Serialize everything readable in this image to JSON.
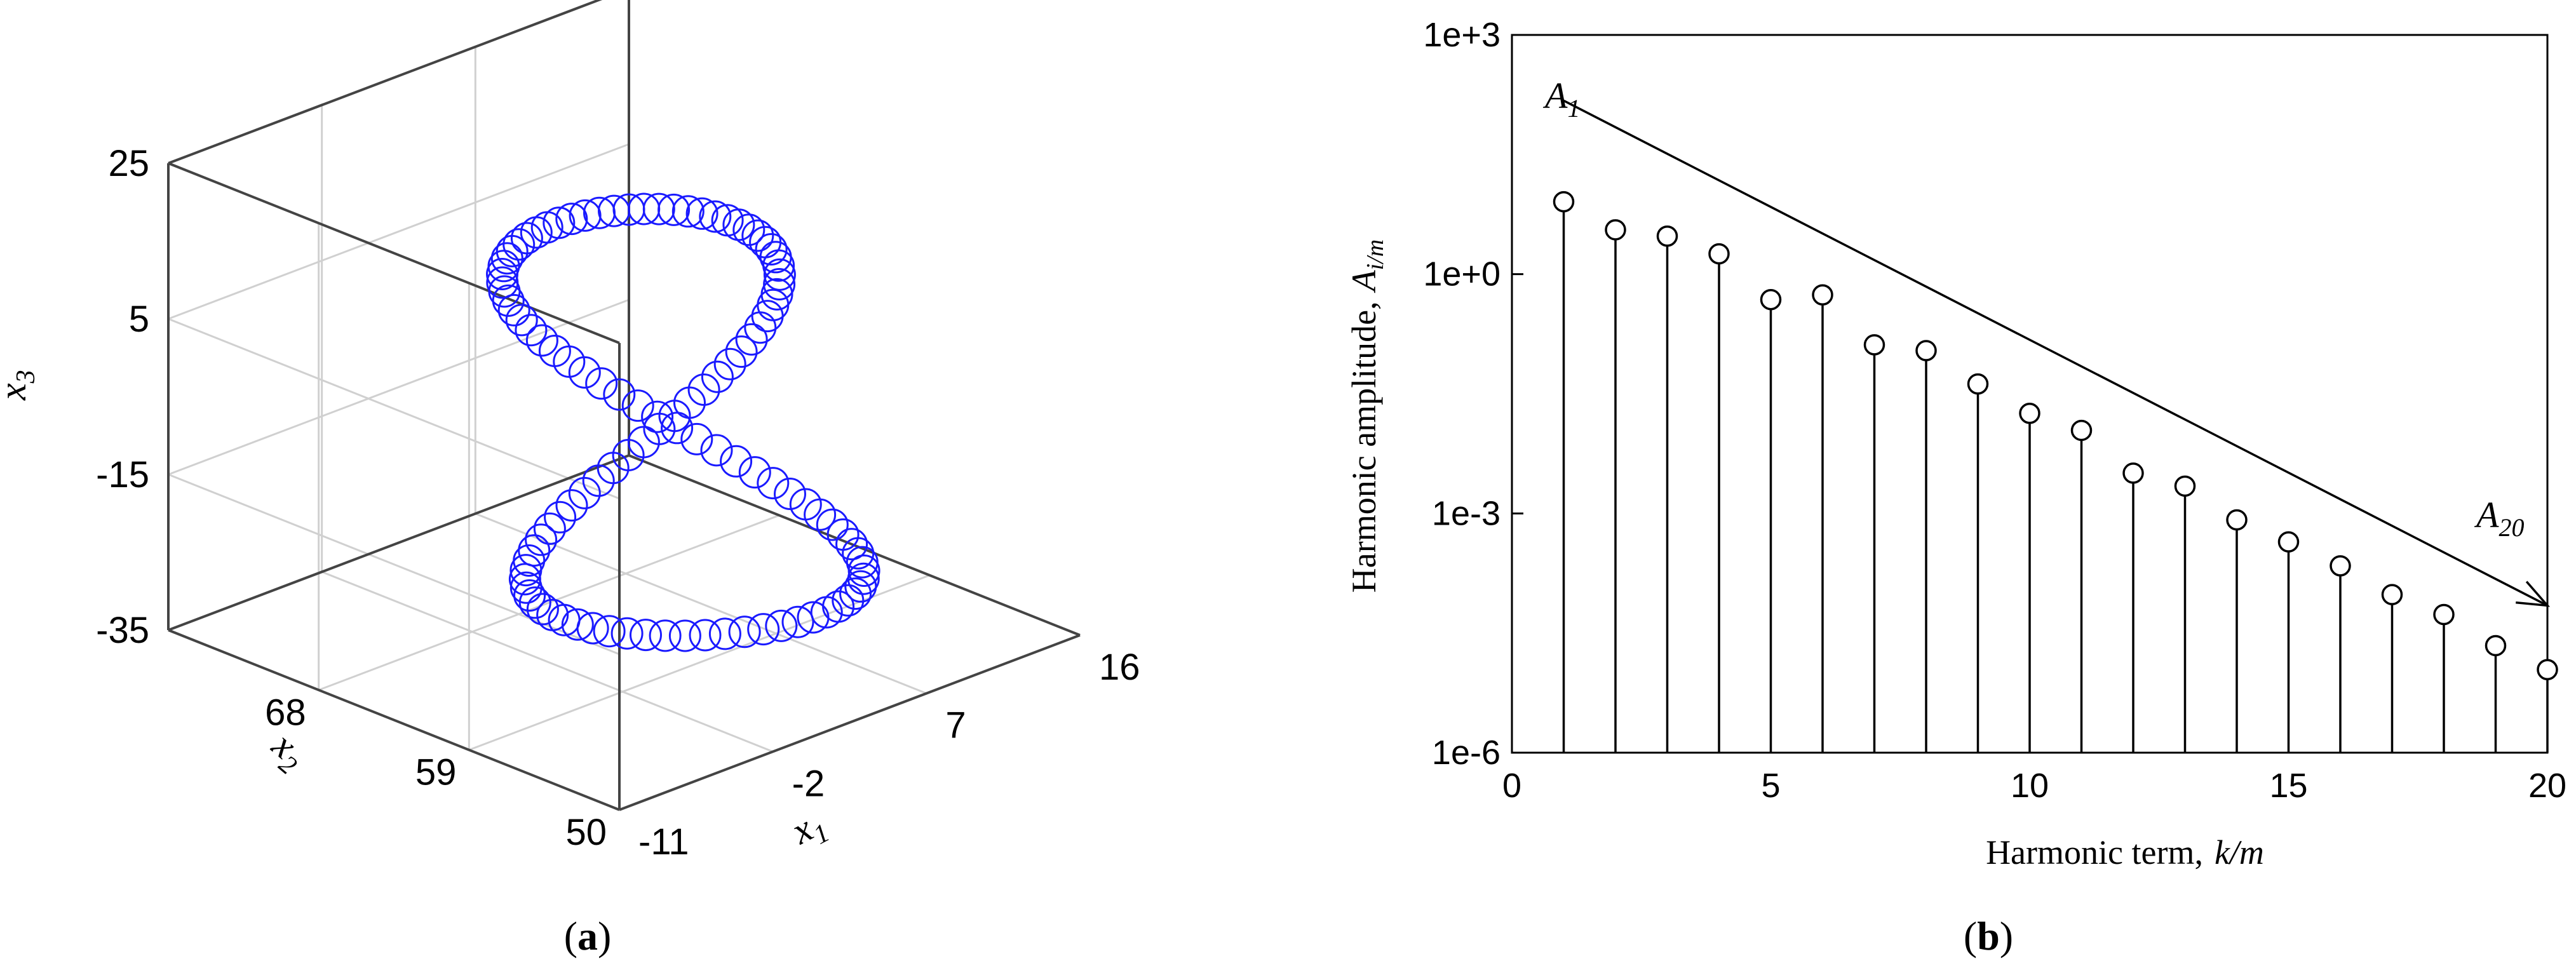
{
  "chart_data": [
    {
      "panel": "a",
      "panel_label": "(a)",
      "type": "scatter3d",
      "axes": {
        "x1": {
          "label": "x",
          "sub": "1",
          "ticks": [
            "-11",
            "-2",
            "7",
            "16"
          ],
          "range": [
            -11,
            16
          ]
        },
        "x2": {
          "label": "x",
          "sub": "2",
          "ticks": [
            "50",
            "59",
            "68"
          ],
          "range": [
            50,
            77
          ]
        },
        "x3": {
          "label": "x",
          "sub": "3",
          "ticks": [
            "-35",
            "-15",
            "5",
            "25"
          ],
          "range": [
            -35,
            25
          ]
        }
      },
      "grid": true,
      "marker": {
        "shape": "circle",
        "fill": "none",
        "color": "#1a1aff"
      },
      "n_points": 110,
      "curve": "figure-eight (lower lobe near x3=-30, upper lobe near x3=+25, crossing near x3=-10)"
    },
    {
      "panel": "b",
      "panel_label": "(b)",
      "type": "stem",
      "xlabel": "Harmonic term,",
      "xlabel_italic": "k/m",
      "ylabel": "Harmonic amplitude,",
      "ylabel_italic": "A",
      "ylabel_sub": "i/m",
      "xlim": [
        0,
        20
      ],
      "x_ticks": [
        "0",
        "5",
        "10",
        "15",
        "20"
      ],
      "yscale": "log",
      "ylim": [
        1e-06,
        1000
      ],
      "y_ticks": [
        "1e-6",
        "1e-3",
        "1e+0",
        "1e+3"
      ],
      "x": [
        1,
        2,
        3,
        4,
        5,
        6,
        7,
        8,
        9,
        10,
        11,
        12,
        13,
        14,
        15,
        16,
        17,
        18,
        19,
        20
      ],
      "values": [
        8.1,
        3.6,
        3.0,
        1.8,
        0.48,
        0.55,
        0.13,
        0.11,
        0.042,
        0.018,
        0.011,
        0.0032,
        0.0022,
        0.00083,
        0.00044,
        0.00022,
        9.6e-05,
        5.4e-05,
        2.2e-05,
        1.1e-05
      ],
      "trend_arrow": {
        "from": [
          1,
          150
        ],
        "to": [
          20,
          7e-05
        ],
        "start_label": "A",
        "start_sub": "1",
        "end_label": "A",
        "end_sub": "20"
      },
      "marker": {
        "shape": "circle",
        "fill": "none",
        "color": "#000000"
      }
    }
  ]
}
